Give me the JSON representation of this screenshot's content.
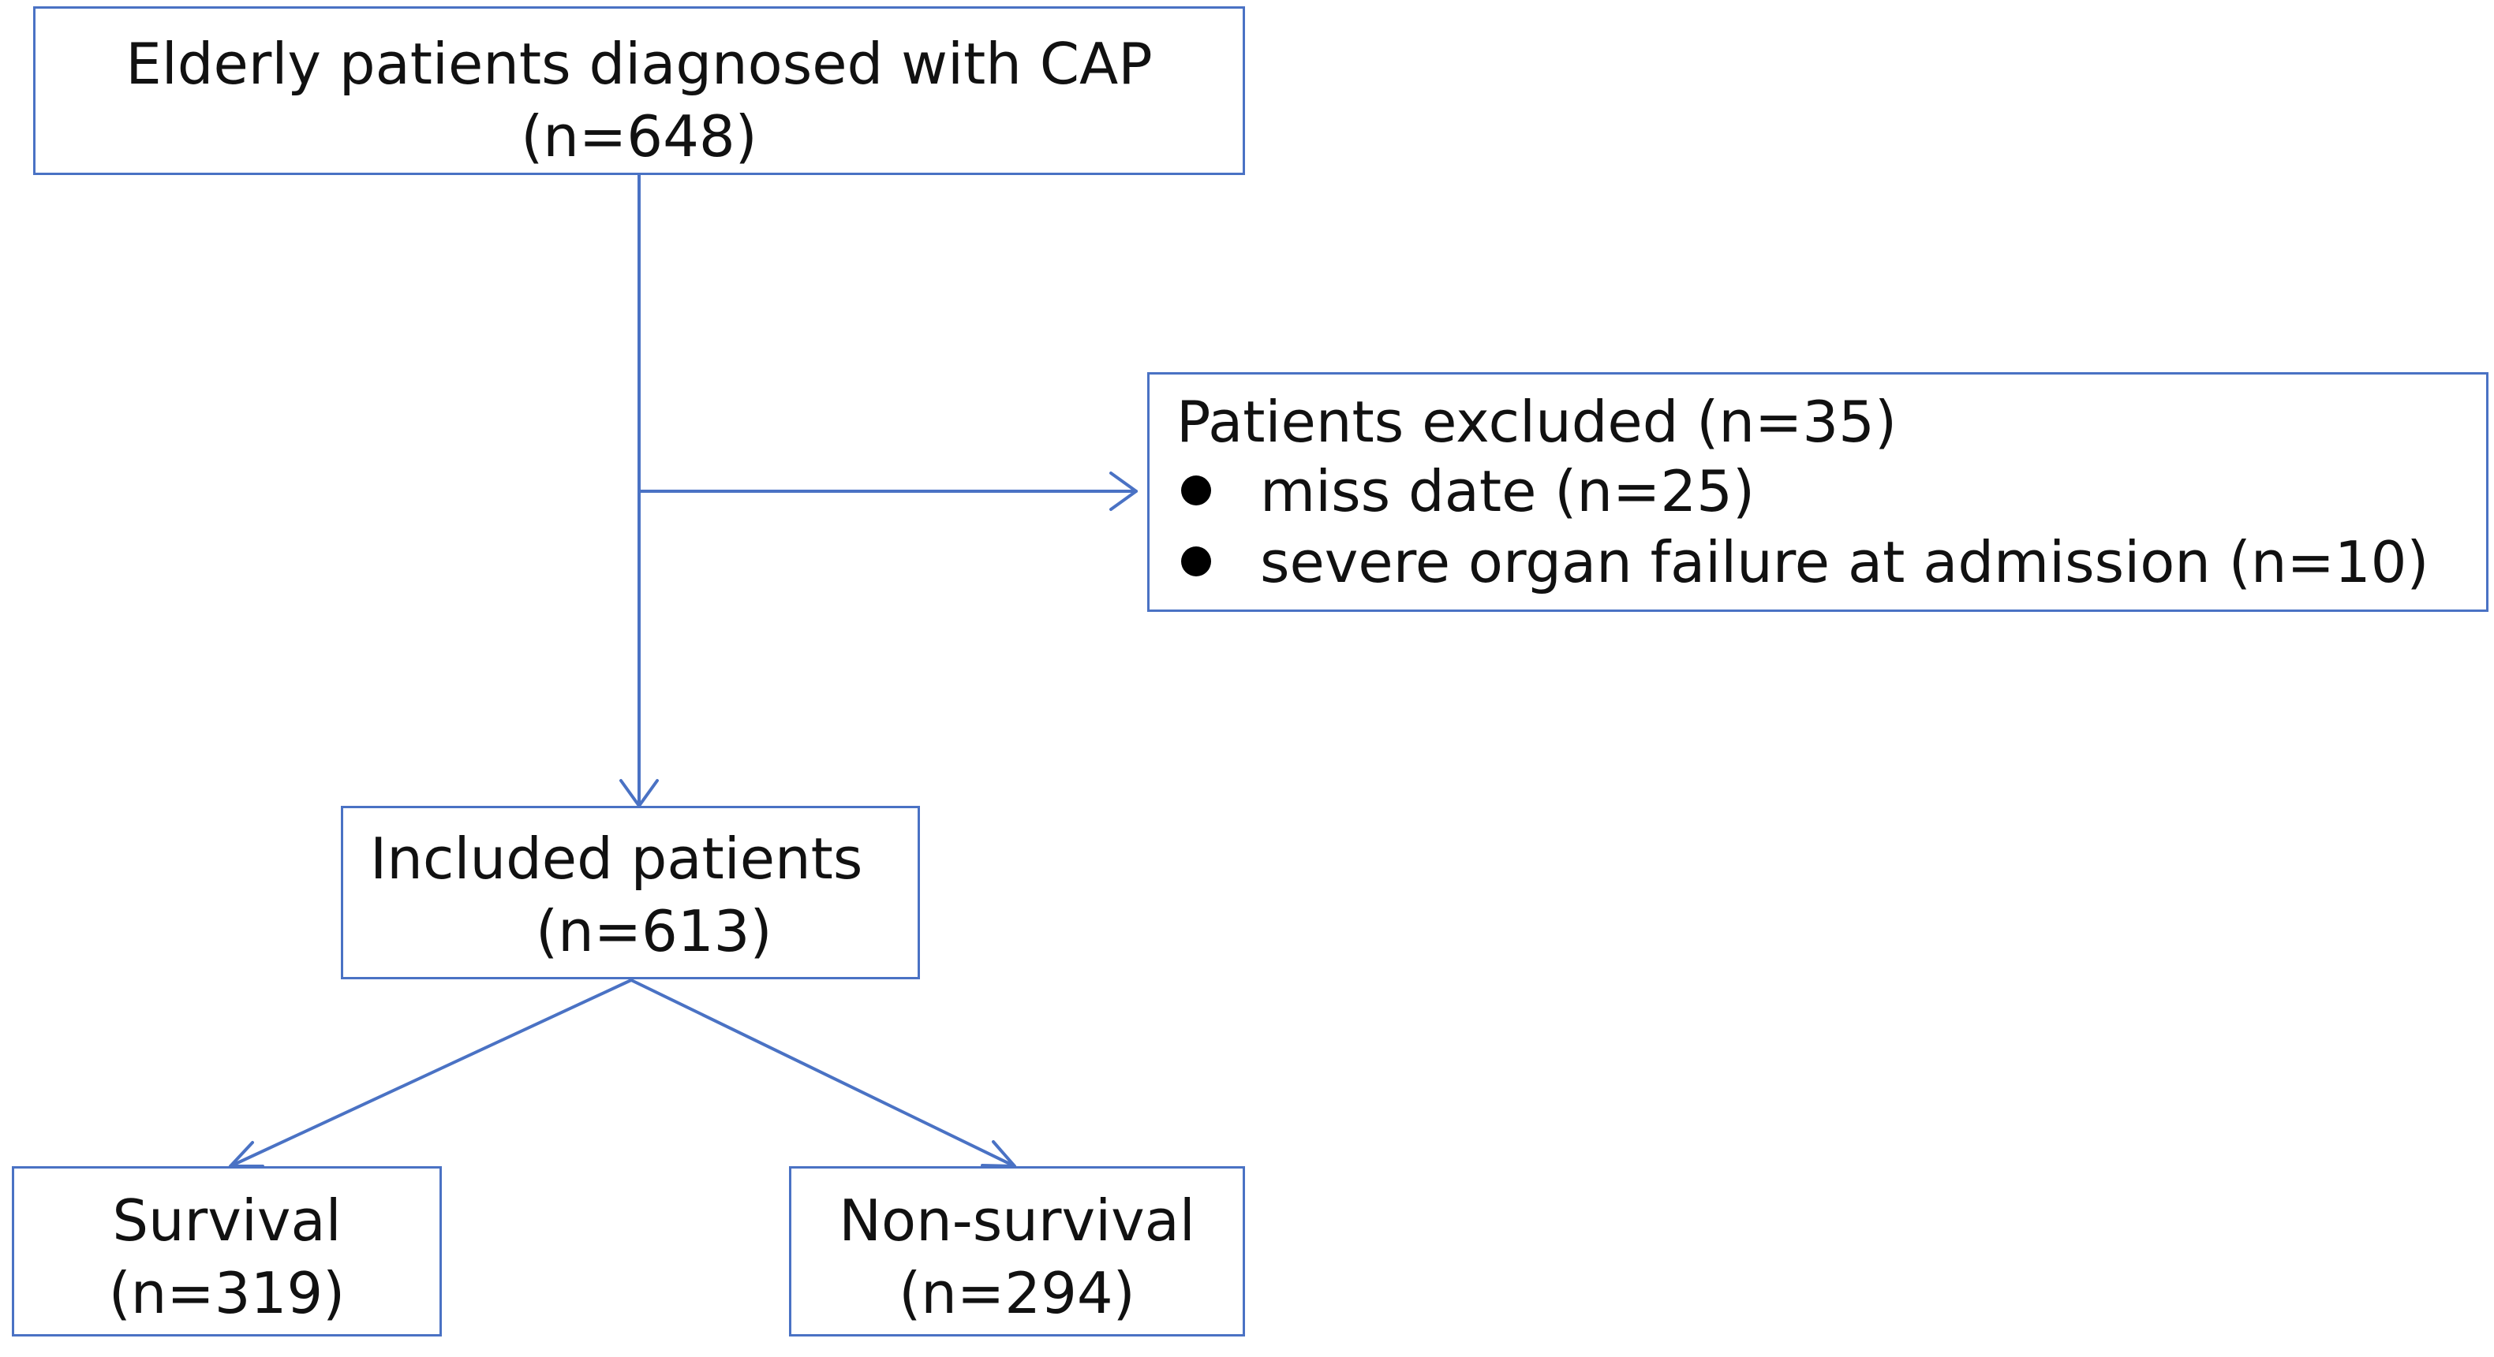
{
  "diagram": {
    "line_color": "#4a72c4",
    "box_border_color": "#4a72c4",
    "text_color": "#111111",
    "boxes": {
      "initial": {
        "line1": "Elderly patients diagnosed with CAP",
        "line2": "(n=648)"
      },
      "excluded": {
        "title": "Patients excluded (n=35)",
        "bullets": [
          "miss date (n=25)",
          "severe organ failure at admission (n=10)"
        ]
      },
      "included": {
        "line1": "Included patients",
        "line2": "(n=613)"
      },
      "survival": {
        "line1": "Survival",
        "line2": "(n=319)"
      },
      "non_survival": {
        "line1": "Non-survival",
        "line2": "(n=294)"
      }
    },
    "edges": [
      {
        "from": "initial",
        "to": "included"
      },
      {
        "from": "initial",
        "to": "excluded"
      },
      {
        "from": "included",
        "to": "survival"
      },
      {
        "from": "included",
        "to": "non_survival"
      }
    ]
  }
}
